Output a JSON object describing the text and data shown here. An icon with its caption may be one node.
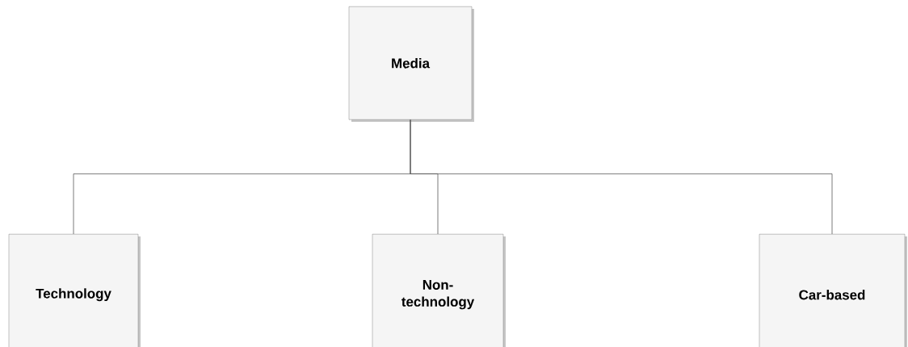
{
  "diagram": {
    "nodes": [
      {
        "text": [
          "Media"
        ]
      },
      {
        "text": [
          "Technology"
        ]
      },
      {
        "text": [
          "Non-technology"
        ]
      },
      {
        "text": [
          "Car-based"
        ]
      }
    ],
    "edges": [
      {
        "from": 0,
        "to": 1,
        "arrow": "none"
      },
      {
        "from": 0,
        "to": 2,
        "arrow": "none"
      },
      {
        "from": 0,
        "to": 3,
        "arrow": "none"
      }
    ]
  }
}
